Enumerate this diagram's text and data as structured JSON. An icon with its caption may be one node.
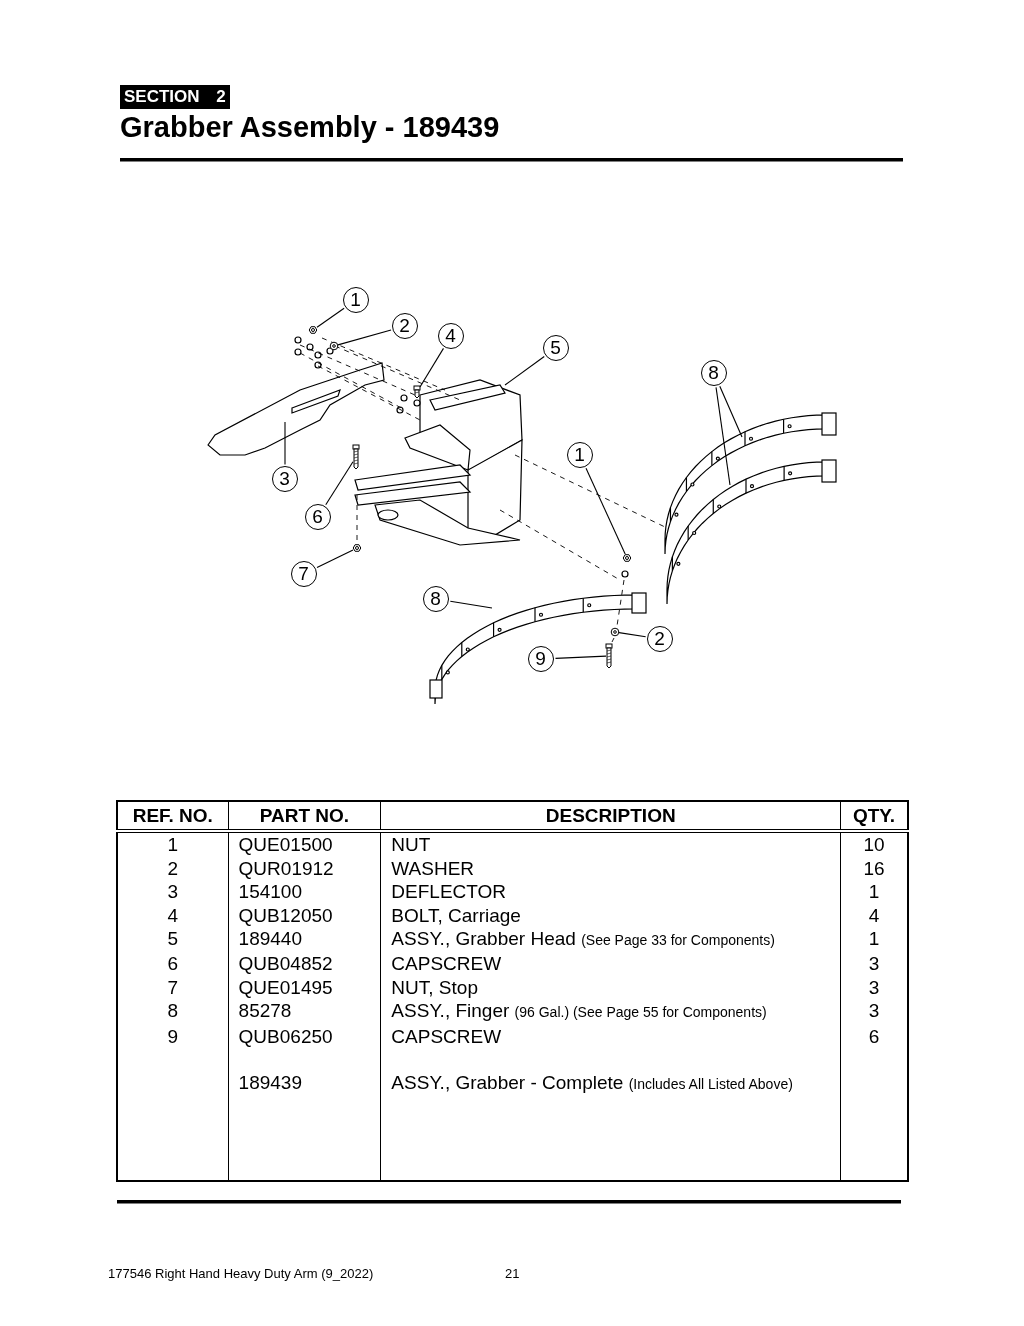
{
  "diagram": {
    "title": "Grabber Assembly - 189439",
    "nodes": [
      {
        "text": [
          "1"
        ]
      },
      {
        "text": [
          "2"
        ]
      },
      {
        "text": [
          "4"
        ]
      },
      {
        "text": [
          "5"
        ]
      },
      {
        "text": [
          "8"
        ]
      },
      {
        "text": [
          "1"
        ]
      },
      {
        "text": [
          "3"
        ]
      },
      {
        "text": [
          "6"
        ]
      },
      {
        "text": [
          "7"
        ]
      },
      {
        "text": [
          "8"
        ]
      },
      {
        "text": [
          "2"
        ]
      },
      {
        "text": [
          "9"
        ]
      },
      {
        "text": [],
        "shape": "picture"
      },
      {
        "text": [],
        "shape": "picture"
      },
      {
        "text": [],
        "shape": "picture"
      },
      {
        "text": [],
        "shape": "picture"
      },
      {
        "text": [],
        "shape": "picture"
      },
      {
        "text": [],
        "shape": "picture"
      },
      {
        "text": [],
        "shape": "picture"
      },
      {
        "text": [],
        "shape": "picture"
      }
    ],
    "edges": [
      {
        "from": 0,
        "to": 12,
        "arrow": "none"
      },
      {
        "from": 1,
        "to": 13,
        "arrow": "none"
      },
      {
        "from": 2,
        "to": 14,
        "arrow": "none"
      },
      {
        "from": 3,
        "to": null,
        "arrow": "none"
      },
      {
        "from": 4,
        "to": null,
        "arrow": "none"
      },
      {
        "from": 4,
        "to": null,
        "arrow": "none"
      },
      {
        "from": 5,
        "to": 15,
        "arrow": "none"
      },
      {
        "from": 6,
        "to": null,
        "arrow": "none"
      },
      {
        "from": 7,
        "to": 16,
        "arrow": "none"
      },
      {
        "from": 8,
        "to": 17,
        "arrow": "none"
      },
      {
        "from": 9,
        "to": null,
        "arrow": "none"
      },
      {
        "from": 10,
        "to": 18,
        "arrow": "none"
      },
      {
        "from": 11,
        "to": 19,
        "arrow": "none"
      }
    ],
    "labels": [
      "SECTION 2",
      "REF. NO.",
      "PART NO.",
      "DESCRIPTION",
      "QTY.",
      "1",
      "QUE01500",
      "NUT",
      "10",
      "2",
      "QUR01912",
      "WASHER",
      "16",
      "3",
      "154100",
      "DEFLECTOR",
      "1",
      "4",
      "QUB12050",
      "BOLT, Carriage",
      "4",
      "5",
      "189440",
      "ASSY., Grabber Head",
      "(See Page 33 for Components)",
      "1",
      "6",
      "QUB04852",
      "CAPSCREW",
      "3",
      "7",
      "QUE01495",
      "NUT, Stop",
      "3",
      "8",
      "85278",
      "ASSY., Finger",
      "(96 Gal.) (See Page 55 for Components)",
      "3",
      "9",
      "QUB06250",
      "CAPSCREW",
      "6",
      "189439",
      "ASSY., Grabber - Complete",
      "(Includes All Listed Above)",
      "177546 Right Hand Heavy Duty Arm (9_2022)",
      "21"
    ]
  }
}
